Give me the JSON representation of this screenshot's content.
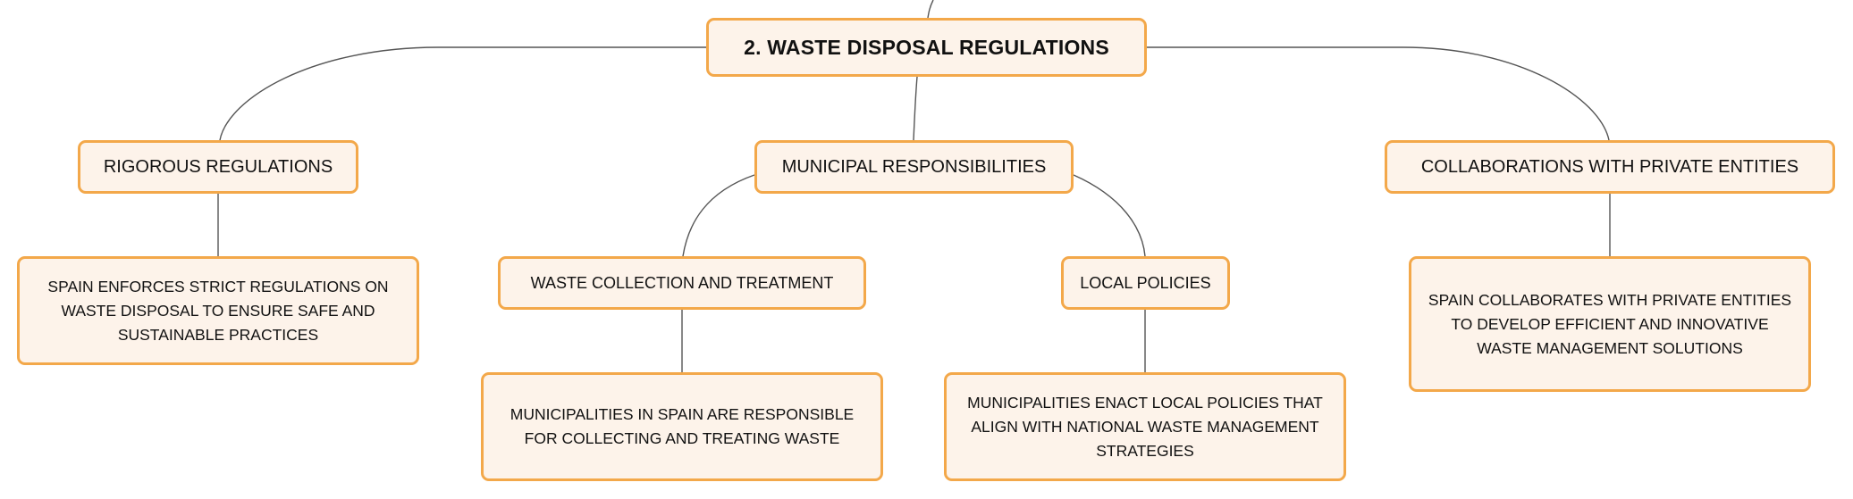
{
  "colors": {
    "node_fill": "#fdf3ea",
    "node_border": "#f3a84a",
    "connector": "#555555",
    "text": "#111111"
  },
  "diagram": {
    "root": {
      "label": "2. WASTE DISPOSAL REGULATIONS"
    },
    "branches": [
      {
        "label": "RIGOROUS REGULATIONS",
        "detail": "SPAIN ENFORCES STRICT REGULATIONS ON WASTE DISPOSAL TO ENSURE SAFE AND SUSTAINABLE PRACTICES"
      },
      {
        "label": "MUNICIPAL RESPONSIBILITIES",
        "children": [
          {
            "label": "WASTE COLLECTION AND TREATMENT",
            "detail": "MUNICIPALITIES IN SPAIN ARE RESPONSIBLE FOR COLLECTING AND TREATING WASTE"
          },
          {
            "label": "LOCAL POLICIES",
            "detail": "MUNICIPALITIES ENACT LOCAL POLICIES THAT ALIGN WITH NATIONAL WASTE MANAGEMENT STRATEGIES"
          }
        ]
      },
      {
        "label": "COLLABORATIONS WITH PRIVATE ENTITIES",
        "detail": "SPAIN COLLABORATES WITH PRIVATE ENTITIES TO DEVELOP EFFICIENT AND INNOVATIVE WASTE MANAGEMENT SOLUTIONS"
      }
    ]
  }
}
